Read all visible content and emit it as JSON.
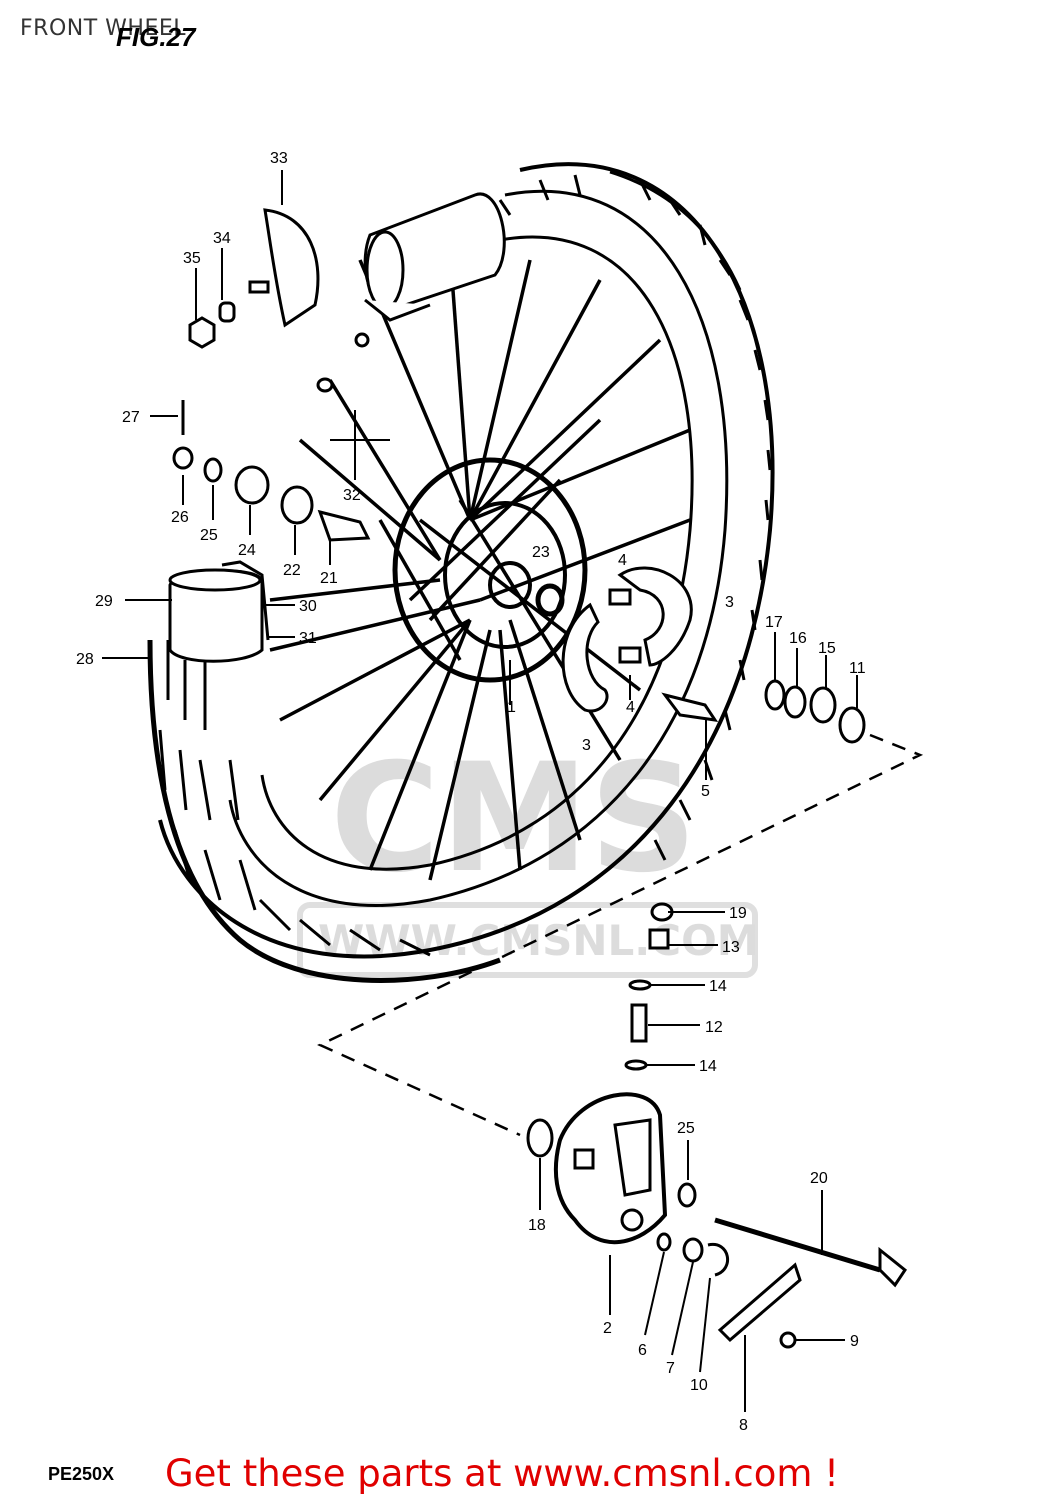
{
  "header": {
    "title": "FRONT WHEEL",
    "figure": "FIG.27"
  },
  "footer": {
    "model": "PE250X",
    "promo": "Get these parts at www.cmsnl.com !"
  },
  "watermark": {
    "text": "WWW.CMSNL.COM",
    "letters": "CMS"
  },
  "callouts": [
    {
      "id": "33",
      "label": "33"
    },
    {
      "id": "34",
      "label": "34"
    },
    {
      "id": "35",
      "label": "35"
    },
    {
      "id": "27",
      "label": "27"
    },
    {
      "id": "26",
      "label": "26"
    },
    {
      "id": "25a",
      "label": "25"
    },
    {
      "id": "24",
      "label": "24"
    },
    {
      "id": "22",
      "label": "22"
    },
    {
      "id": "21",
      "label": "21"
    },
    {
      "id": "32",
      "label": "32"
    },
    {
      "id": "23",
      "label": "23"
    },
    {
      "id": "29",
      "label": "29"
    },
    {
      "id": "30",
      "label": "30"
    },
    {
      "id": "31",
      "label": "31"
    },
    {
      "id": "28",
      "label": "28"
    },
    {
      "id": "1",
      "label": "1"
    },
    {
      "id": "4a",
      "label": "4"
    },
    {
      "id": "4b",
      "label": "4"
    },
    {
      "id": "3a",
      "label": "3"
    },
    {
      "id": "3b",
      "label": "3"
    },
    {
      "id": "5",
      "label": "5"
    },
    {
      "id": "17",
      "label": "17"
    },
    {
      "id": "16",
      "label": "16"
    },
    {
      "id": "15",
      "label": "15"
    },
    {
      "id": "11",
      "label": "11"
    },
    {
      "id": "19",
      "label": "19"
    },
    {
      "id": "13",
      "label": "13"
    },
    {
      "id": "14a",
      "label": "14"
    },
    {
      "id": "12",
      "label": "12"
    },
    {
      "id": "14b",
      "label": "14"
    },
    {
      "id": "18",
      "label": "18"
    },
    {
      "id": "25b",
      "label": "25"
    },
    {
      "id": "20",
      "label": "20"
    },
    {
      "id": "2",
      "label": "2"
    },
    {
      "id": "6",
      "label": "6"
    },
    {
      "id": "7",
      "label": "7"
    },
    {
      "id": "10",
      "label": "10"
    },
    {
      "id": "9",
      "label": "9"
    },
    {
      "id": "8",
      "label": "8"
    }
  ]
}
